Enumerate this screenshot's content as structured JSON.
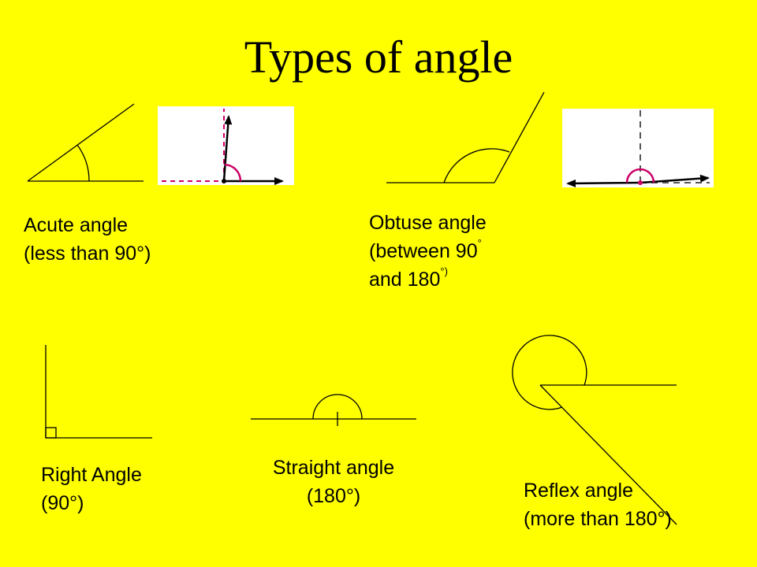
{
  "title": "Types of angle",
  "angles": {
    "acute": {
      "line1": "Acute angle",
      "line2": "(less than 90°)"
    },
    "obtuse": {
      "line1": "Obtuse angle",
      "line2": "(between 90",
      "line2_sup": "°",
      "line3": "and 180",
      "line3_sup": "°)"
    },
    "right": {
      "line1": "Right Angle",
      "line2": "(90°)"
    },
    "straight": {
      "line1": "Straight angle",
      "line2": "(180°)"
    },
    "reflex": {
      "line1": "Reflex angle",
      "line2": "(more than 180°)"
    }
  },
  "colors": {
    "background": "#ffff00",
    "arc": "#cc0066",
    "ink": "#000000"
  }
}
